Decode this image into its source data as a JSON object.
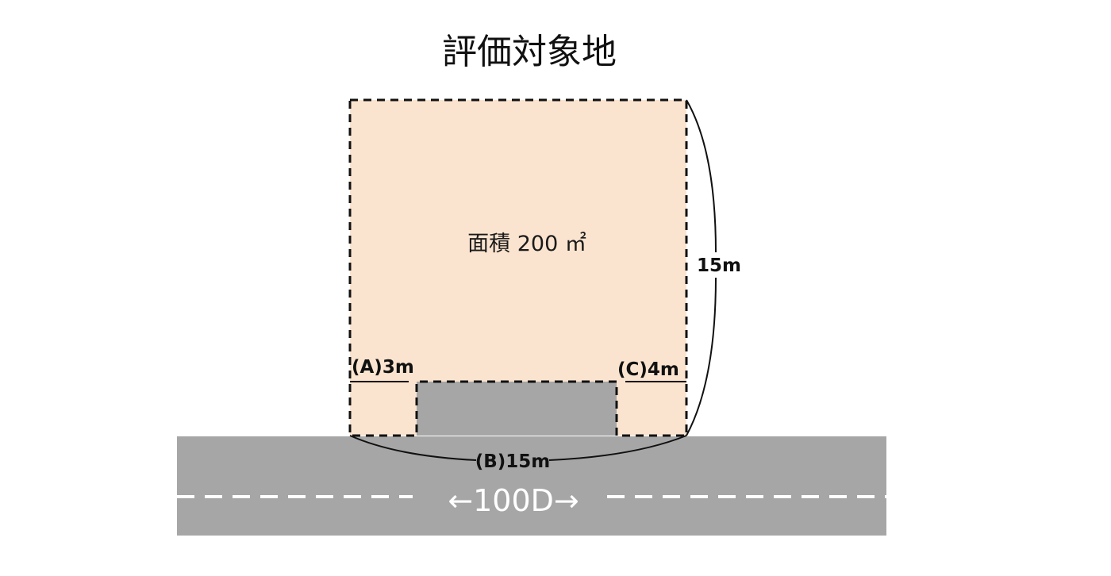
{
  "title": "評価対象地",
  "site": {
    "area_label": "面積 200 ㎡",
    "fill_color": "#fbe4cf"
  },
  "dimensions": {
    "depth": "15m",
    "frontage_a": "(A)3m",
    "frontage_b": "(B)15m",
    "frontage_c": "(C)4m"
  },
  "road": {
    "label": "←100D→",
    "color": "#a6a6a6"
  }
}
